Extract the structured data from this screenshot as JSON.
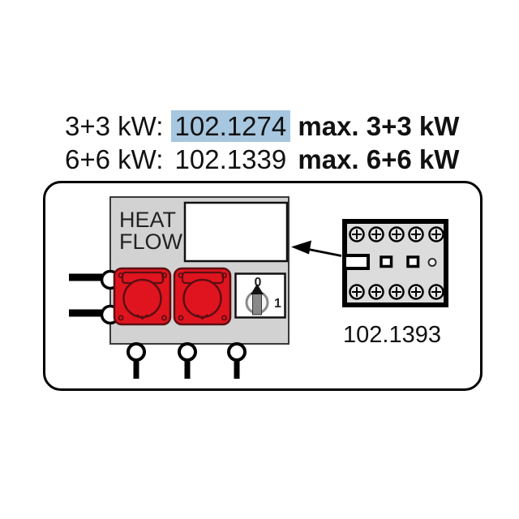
{
  "title_block": {
    "lines": [
      {
        "prefix": "3+3 kW:",
        "part_number": "102.1274",
        "suffix": "max. 3+3 kW",
        "highlighted": true
      },
      {
        "prefix": "6+6 kW:",
        "part_number": "102.1339",
        "suffix": "max. 6+6 kW",
        "highlighted": false
      }
    ]
  },
  "diagram": {
    "panel_label": {
      "line1": "HEAT",
      "line2": "FLOW"
    },
    "switch": {
      "off_label": "0",
      "on_label": "1"
    },
    "terminal_block": {
      "part_number": "102.1393"
    },
    "socket_count": 2,
    "bottom_cable_count": 3,
    "left_cable_count": 2
  },
  "colors": {
    "part_highlight": "#a7c6df",
    "panel_gray": "#d2d2d2",
    "terminal_gray": "#dcdcdc",
    "socket_red": "#e0141f",
    "socket_outline": "#5c0f12",
    "text": "#111111"
  }
}
